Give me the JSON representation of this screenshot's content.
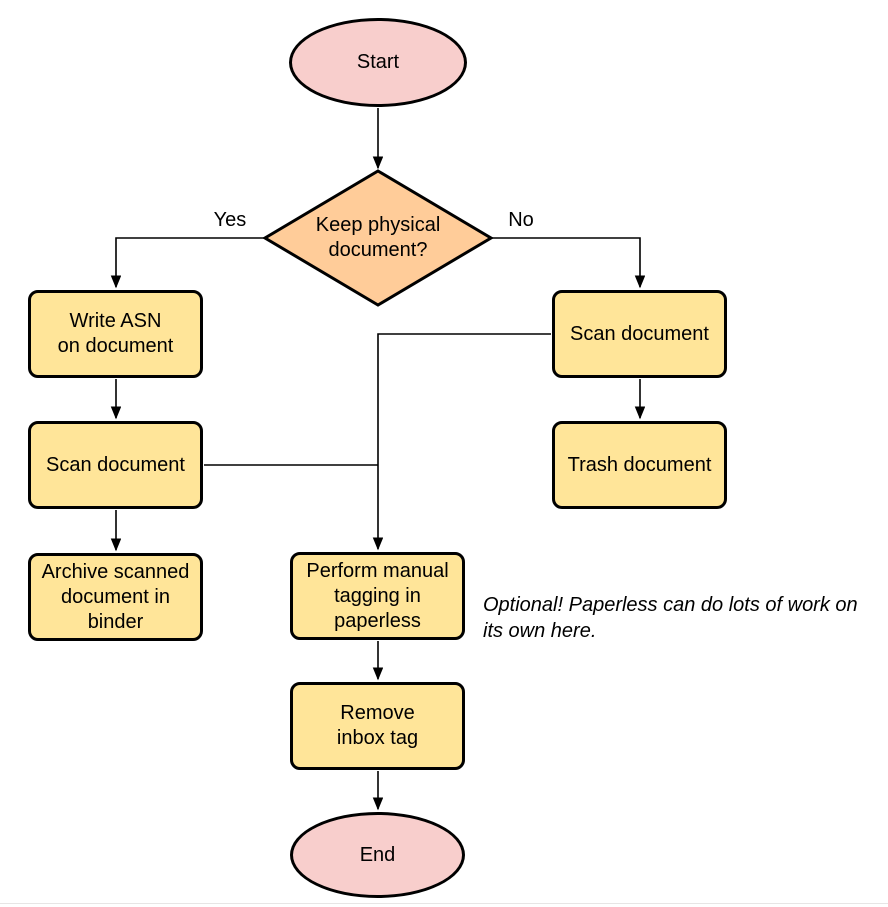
{
  "diagram": {
    "colors": {
      "terminal_fill": "#F8CECC",
      "decision_fill": "#FFCC99",
      "process_fill": "#FFE599",
      "stroke": "#000000"
    },
    "nodes": {
      "start": {
        "type": "terminal",
        "label": "Start"
      },
      "decision": {
        "type": "decision",
        "label": "Keep physical\ndocument?"
      },
      "write_asn": {
        "type": "process",
        "label": "Write ASN\non document"
      },
      "scan_left": {
        "type": "process",
        "label": "Scan document"
      },
      "archive": {
        "type": "process",
        "label": "Archive scanned\ndocument in\nbinder"
      },
      "scan_right": {
        "type": "process",
        "label": "Scan document"
      },
      "trash": {
        "type": "process",
        "label": "Trash document"
      },
      "tagging": {
        "type": "process",
        "label": "Perform manual\ntagging in\npaperless"
      },
      "remove_inbox": {
        "type": "process",
        "label": "Remove\ninbox tag"
      },
      "end": {
        "type": "terminal",
        "label": "End"
      }
    },
    "edge_labels": {
      "yes": "Yes",
      "no": "No"
    },
    "note": "Optional! Paperless can do lots of work on\nits own here."
  }
}
